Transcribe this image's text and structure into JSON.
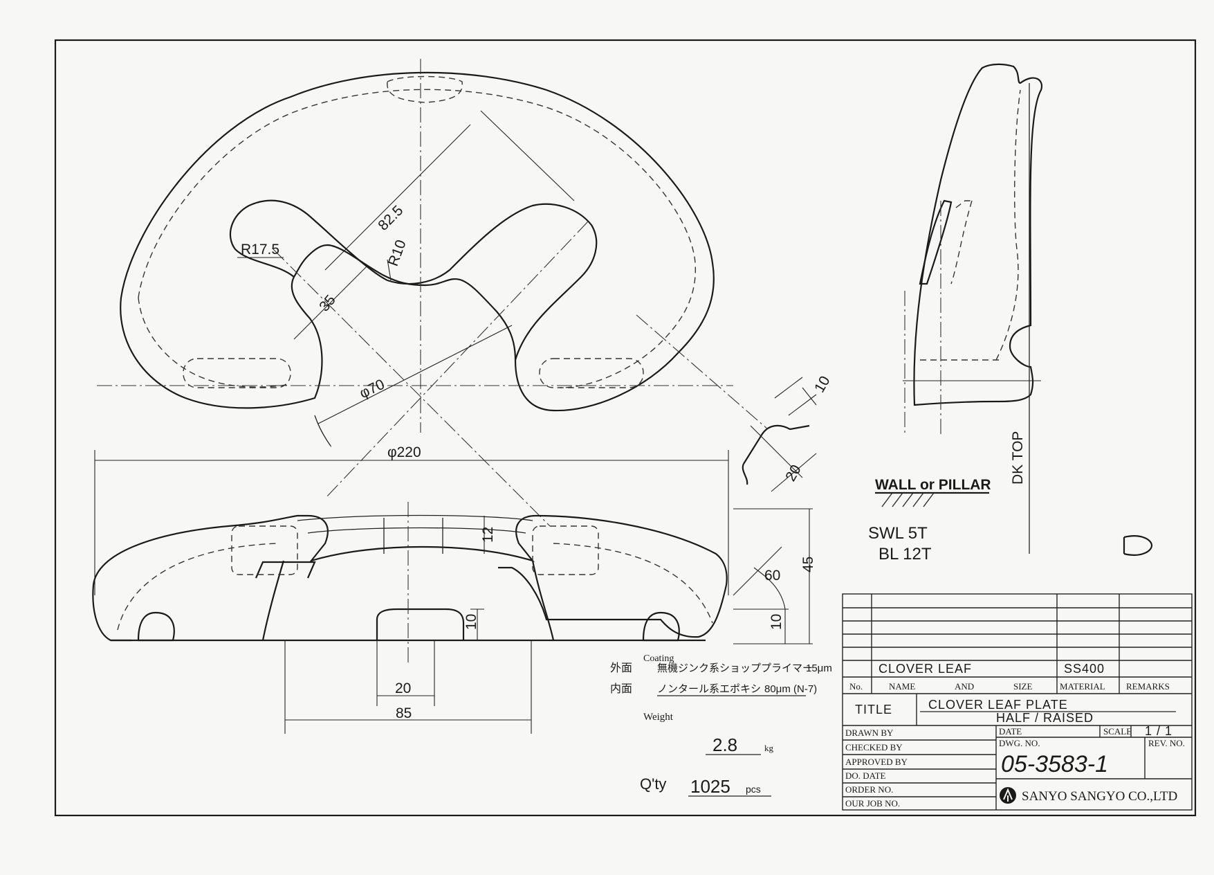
{
  "dimensions": {
    "d_82_5": "82.5",
    "r_17_5": "R17.5",
    "r_10": "R10",
    "d_35": "35",
    "phi_70": "φ70",
    "phi_220": "φ220",
    "d_10_top": "10",
    "d_20_side": "20",
    "d_12": "12",
    "d_60": "60",
    "d_45": "45",
    "d_10_right": "10",
    "d_10_center": "10",
    "d_20_bottom": "20",
    "d_85": "85"
  },
  "side_view": {
    "wall": "WALL or PILLAR",
    "dk_top": "DK TOP",
    "swl": "SWL 5T",
    "bl": "BL 12T"
  },
  "notes": {
    "coating_label": "Coating",
    "outer_prefix": "外面",
    "outer_text": "無機ジンク系ショッププライマー",
    "outer_thickness": "15μm",
    "inner_prefix": "内面",
    "inner_text": "ノンタール系エポキシ",
    "inner_thickness": "80μm (N-7)",
    "weight_label": "Weight",
    "weight_value": "2.8",
    "weight_unit": "kg",
    "qty_label": "Q'ty",
    "qty_value": "1025",
    "qty_unit": "pcs"
  },
  "title_block": {
    "name": "CLOVER LEAF",
    "material": "SS400",
    "col_no": "No.",
    "col_name": "NAME",
    "col_and": "AND",
    "col_size": "SIZE",
    "col_material": "MATERIAL",
    "col_remarks": "REMARKS",
    "title_label": "TITLE",
    "title_value": "CLOVER LEAF PLATE",
    "title_sub": "HALF / RAISED",
    "drawn_by": "DRAWN BY",
    "checked_by": "CHECKED BY",
    "approved_by": "APPROVED BY",
    "do_date": "DO. DATE",
    "order_no": "ORDER NO.",
    "our_job_no": "OUR JOB NO.",
    "date_label": "DATE",
    "scale_label": "SCALE",
    "scale_value": "1 / 1",
    "dwg_no_label": "DWG. NO.",
    "dwg_no_value": "05-3583-1",
    "rev_no_label": "REV. NO.",
    "company": "SANYO SANGYO CO.,LTD"
  }
}
